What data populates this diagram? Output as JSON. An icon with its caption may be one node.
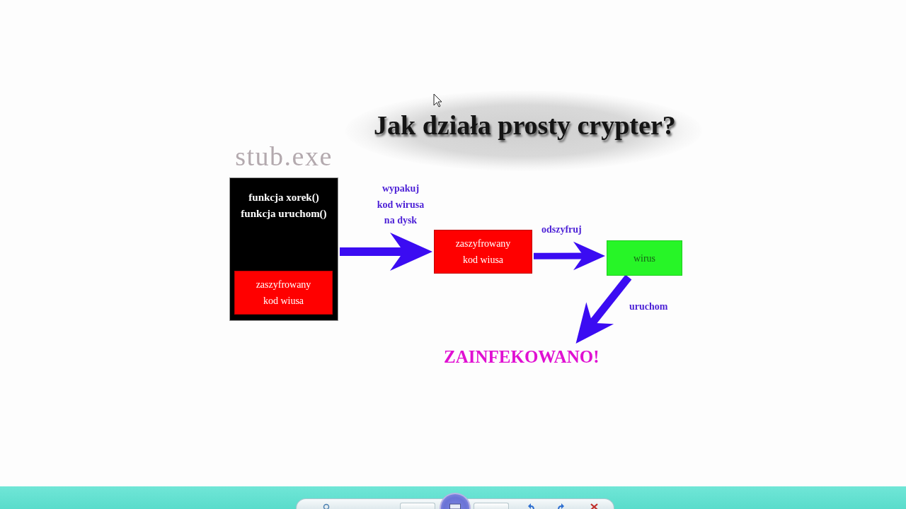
{
  "diagram": {
    "title": "Jak działa prosty crypter?",
    "nodes": [
      {
        "text": [
          "stub.exe",
          "funkcja xorek()",
          "funkcja uruchom()"
        ]
      },
      {
        "text": [
          "zaszyfrowany kod wiusa"
        ],
        "in": 0
      },
      {
        "text": [
          "zaszyfrowany kod wiusa"
        ]
      },
      {
        "text": [
          "wirus"
        ]
      },
      {
        "text": [
          "ZAINFEKOWANO!"
        ]
      }
    ],
    "edges": [
      {
        "from": 0,
        "to": 2,
        "arrow": "to",
        "label": "wypakuj kod wirusa na dysk"
      },
      {
        "from": 2,
        "to": 3,
        "arrow": "to",
        "label": "odszyfruj"
      },
      {
        "from": 3,
        "to": 4,
        "arrow": "to",
        "label": "uruchom"
      }
    ]
  }
}
